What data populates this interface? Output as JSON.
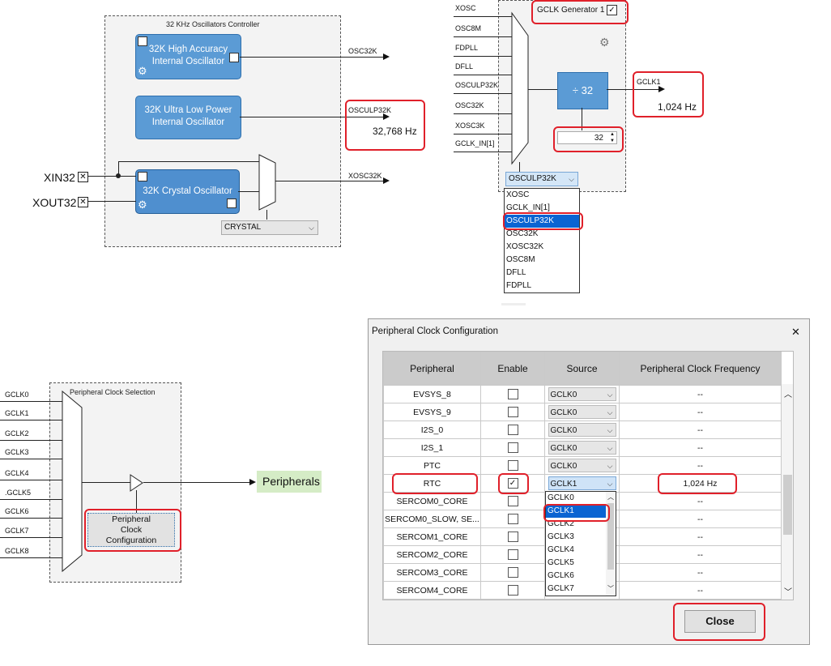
{
  "osc": {
    "title": "32 KHz Oscillators Controller",
    "block1": "32K High Accuracy Internal Oscillator",
    "block2": "32K Ultra Low Power Internal Oscillator",
    "block3": "32K Crystal Oscillator",
    "out1": "OSC32K",
    "out2": "OSCULP32K",
    "out2_freq": "32,768 Hz",
    "out3": "XOSC32K",
    "pin_in": "XIN32",
    "pin_out": "XOUT32",
    "mode": "CRYSTAL",
    "pin_icon": "close-box-icon",
    "gear_icon": "gear-icon"
  },
  "gclk": {
    "title": "GCLK Generator 1",
    "inputs": [
      "XOSC",
      "OSC8M",
      "FDPLL",
      "DFLL",
      "OSCULP32K",
      "OSC32K",
      "XOSC3K",
      "GCLK_IN[1]"
    ],
    "divider_label": "÷ 32",
    "divider_value": "32",
    "output": "GCLK1",
    "output_freq": "1,024 Hz",
    "source_selected": "OSCULP32K",
    "dropdown": [
      "XOSC",
      "GCLK_IN[1]",
      "OSCULP32K",
      "OSC32K",
      "XOSC32K",
      "OSC8M",
      "DFLL",
      "FDPLL"
    ],
    "dropdown_selected_index": 2
  },
  "periph": {
    "title": "Peripheral Clock Selection",
    "inputs": [
      "GCLK0",
      "GCLK1",
      "GCLK2",
      "GCLK3",
      "GCLK4",
      ".GCLK5",
      "GCLK6",
      "GCLK7",
      "GCLK8"
    ],
    "button": "Peripheral Clock Configuration",
    "output": "Peripherals"
  },
  "dialog": {
    "title": "Peripheral Clock Configuration",
    "close_x": "✕",
    "headers": [
      "Peripheral",
      "Enable",
      "Source",
      "Peripheral Clock Frequency"
    ],
    "rows": [
      {
        "name": "EVSYS_8",
        "enabled": false,
        "source": "GCLK0",
        "freq": "--"
      },
      {
        "name": "EVSYS_9",
        "enabled": false,
        "source": "GCLK0",
        "freq": "--"
      },
      {
        "name": "I2S_0",
        "enabled": false,
        "source": "GCLK0",
        "freq": "--"
      },
      {
        "name": "I2S_1",
        "enabled": false,
        "source": "GCLK0",
        "freq": "--"
      },
      {
        "name": "PTC",
        "enabled": false,
        "source": "GCLK0",
        "freq": "--"
      },
      {
        "name": "RTC",
        "enabled": true,
        "source": "GCLK1",
        "freq": "1,024 Hz"
      },
      {
        "name": "SERCOM0_CORE",
        "enabled": false,
        "source": "",
        "freq": "--"
      },
      {
        "name": "SERCOM0_SLOW, SE...",
        "enabled": false,
        "source": "",
        "freq": "--"
      },
      {
        "name": "SERCOM1_CORE",
        "enabled": false,
        "source": "",
        "freq": "--"
      },
      {
        "name": "SERCOM2_CORE",
        "enabled": false,
        "source": "",
        "freq": "--"
      },
      {
        "name": "SERCOM3_CORE",
        "enabled": false,
        "source": "",
        "freq": "--"
      },
      {
        "name": "SERCOM4_CORE",
        "enabled": false,
        "source": "",
        "freq": "--"
      }
    ],
    "source_dropdown": [
      "GCLK0",
      "GCLK1",
      "GCLK2",
      "GCLK3",
      "GCLK4",
      "GCLK5",
      "GCLK6",
      "GCLK7"
    ],
    "source_dropdown_selected_index": 1,
    "close_button": "Close",
    "scroll_up_icon": "chevron-up-icon",
    "scroll_down_icon": "chevron-down-icon"
  },
  "colors": {
    "highlight": "#e0202a",
    "block": "#5b9bd5",
    "selection": "#0a64d2",
    "peripherals_bg": "#d5ecc6"
  }
}
